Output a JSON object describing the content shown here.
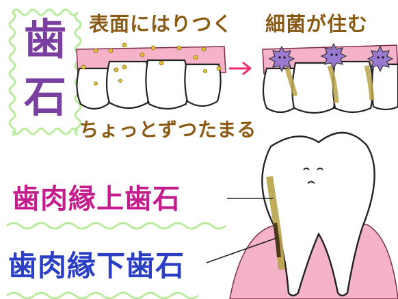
{
  "title": "歯石",
  "captions": {
    "top": "表面にはりつく",
    "bottom": "ちょっとずつたまる",
    "right": "細菌が住む"
  },
  "labels": {
    "supragingival": "歯肉縁上歯石",
    "subgingival": "歯肉縁下歯石"
  },
  "colors": {
    "title": "#7a3fa0",
    "caption": "#8a5a12",
    "supragingival": "#c41c8c",
    "subgingival": "#2a3fc4",
    "gum": "#f4b3c8",
    "tartar": "#b8a24a",
    "bacteria": "#9a7ad0",
    "squiggle": "#b8ec9a",
    "arrow": "#f02a6a"
  },
  "icons": [
    "tooth-icon",
    "bacteria-icon",
    "arrow-right-icon"
  ]
}
